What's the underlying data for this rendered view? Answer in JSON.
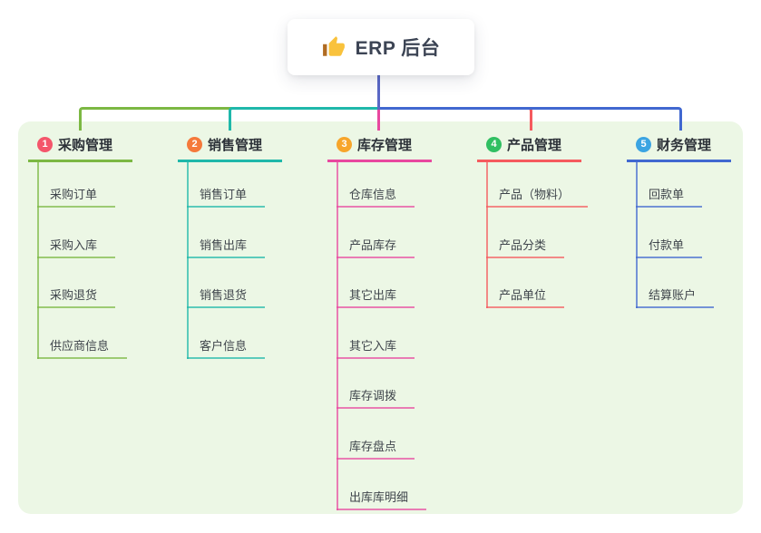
{
  "root": {
    "title": "ERP 后台",
    "icon": "thumbs-up-icon",
    "icon_color": "#f9c23c",
    "icon_cuff_color": "#b06b22"
  },
  "canvas": {
    "background": "#ffffff",
    "panel_background": "#ecf7e5",
    "stem_color": "#5a68c6",
    "header_text_color": "#2c3138",
    "child_text_color": "#3f454c"
  },
  "branches": [
    {
      "badge": "1",
      "badge_color": "#f4566b",
      "line_color": "#7cb843",
      "title": "采购管理",
      "children": [
        "采购订单",
        "采购入库",
        "采购退货",
        "供应商信息"
      ]
    },
    {
      "badge": "2",
      "badge_color": "#f5793b",
      "line_color": "#1fb8aa",
      "title": "销售管理",
      "children": [
        "销售订单",
        "销售出库",
        "销售退货",
        "客户信息"
      ]
    },
    {
      "badge": "3",
      "badge_color": "#f7a52b",
      "line_color": "#e8479f",
      "title": "库存管理",
      "children": [
        "仓库信息",
        "产品库存",
        "其它出库",
        "其它入库",
        "库存调拨",
        "库存盘点",
        "出库库明细"
      ]
    },
    {
      "badge": "4",
      "badge_color": "#30bf62",
      "line_color": "#f55a5e",
      "title": "产品管理",
      "children": [
        "产品（物料）",
        "产品分类",
        "产品单位"
      ]
    },
    {
      "badge": "5",
      "badge_color": "#3ba4e2",
      "line_color": "#4168d0",
      "title": "财务管理",
      "children": [
        "回款单",
        "付款单",
        "结算账户"
      ]
    }
  ]
}
